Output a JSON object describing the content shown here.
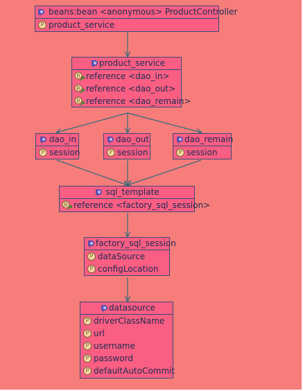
{
  "nodes": {
    "product_controller": {
      "title": "beans:bean <anonymous> ProductController",
      "properties": [
        "product_service"
      ]
    },
    "product_service": {
      "title": "product_service",
      "references": [
        "reference <dao_in>",
        "reference <dao_out>",
        "reference <dao_remain>"
      ]
    },
    "dao_in": {
      "title": "dao_in",
      "properties": [
        "session"
      ]
    },
    "dao_out": {
      "title": "dao_out",
      "properties": [
        "session"
      ]
    },
    "dao_remain": {
      "title": "dao_remain",
      "properties": [
        "session"
      ]
    },
    "sql_template": {
      "title": "sql_template",
      "references": [
        "reference <factory_sql_session>"
      ]
    },
    "factory_sql_session": {
      "title": "factory_sql_session",
      "properties": [
        "dataSource",
        "configLocation"
      ]
    },
    "datasource": {
      "title": "datasource",
      "properties": [
        "driverClassName",
        "url",
        "username",
        "password",
        "defaultAutoCommit"
      ]
    }
  },
  "property_icon_letter": "P",
  "icons": {
    "bean": "bean-icon",
    "property": "property-icon",
    "reference": "reference-icon"
  },
  "colors": {
    "background": "#f77d7b",
    "node_fill": "#fa5e82",
    "border": "#3b4a7a",
    "link": "#2e6b78"
  }
}
